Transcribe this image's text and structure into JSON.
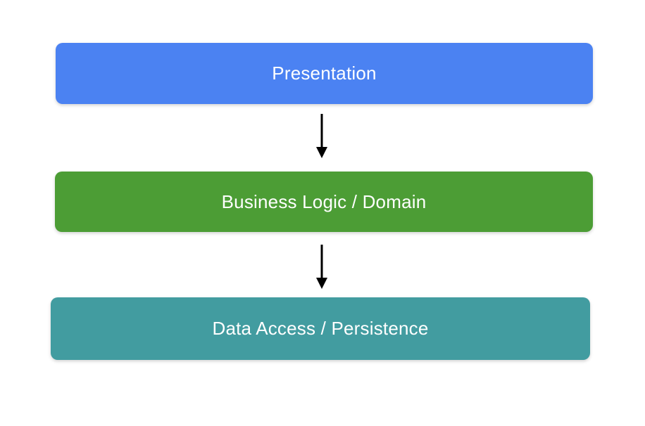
{
  "diagram": {
    "background_color": "#ffffff",
    "arrow_color": "#000000",
    "text_color": "#ffffff",
    "layers": [
      {
        "label": "Presentation",
        "color": "#4b82f2"
      },
      {
        "label": "Business Logic / Domain",
        "color": "#4c9d35"
      },
      {
        "label": "Data Access / Persistence",
        "color": "#429ca0"
      }
    ],
    "connectors": [
      {
        "name": "presentation-to-business",
        "direction": "down"
      },
      {
        "name": "business-to-data",
        "direction": "down"
      }
    ]
  }
}
